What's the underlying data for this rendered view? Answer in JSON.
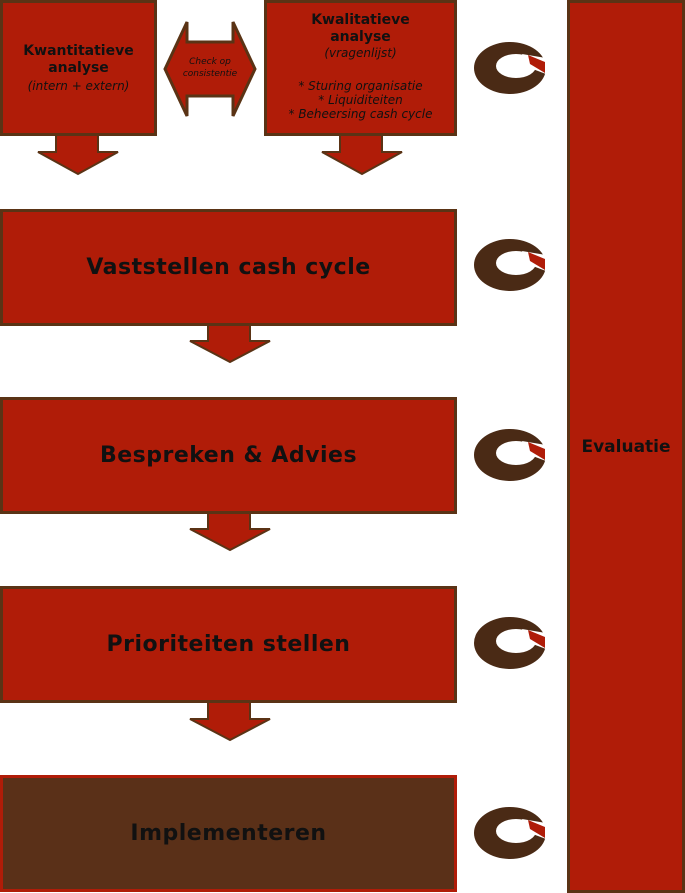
{
  "diagram": {
    "kwantitatief": {
      "title_line1": "Kwantitatieve",
      "title_line2": "analyse",
      "subtitle": "(intern + extern)"
    },
    "consistency_check": {
      "line1": "Check op",
      "line2": "consistentie"
    },
    "kwalitatief": {
      "title_line1": "Kwalitatieve",
      "title_line2": "analyse",
      "subtitle": "(vragenlijst)",
      "items": [
        "* Sturing organisatie",
        "* Liquiditeiten",
        "* Beheersing cash cycle"
      ]
    },
    "steps": [
      {
        "label": "Vaststellen cash cycle"
      },
      {
        "label": "Bespreken & Advies"
      },
      {
        "label": "Prioriteiten stellen"
      },
      {
        "label": "Implementeren"
      }
    ],
    "evaluation": {
      "label": "Evaluatie"
    }
  },
  "colors": {
    "box_fill": "#b01c08",
    "box_border": "#5a3315",
    "implement_fill": "#5a3018",
    "logo_brown": "#4a2a15",
    "logo_red": "#b01c08"
  },
  "icons": {
    "logo": "ring-logo-icon",
    "down_arrow": "arrow-down-icon",
    "double_arrow": "double-arrow-icon"
  }
}
